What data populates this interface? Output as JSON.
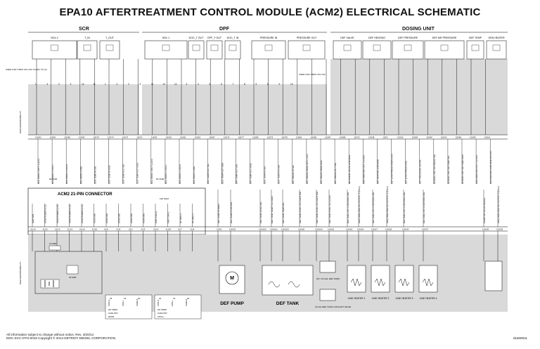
{
  "title": "EPA10 AFTERTREATMENT CONTROL MODULE (ACM2) ELECTRICAL SCHEMATIC",
  "sections": {
    "scr": "SCR",
    "dpf": "DPF",
    "dosing": "DOSING UNIT"
  },
  "sensors": [
    {
      "label": "NOx 2"
    },
    {
      "label": "T_IN"
    },
    {
      "label": "T_OUT"
    },
    {
      "label": "NOx 1"
    },
    {
      "label": "DOC_T OUT"
    },
    {
      "label": "DPF_T OUT"
    },
    {
      "label": "DOC_T IN"
    },
    {
      "label": "PRESSURE IN"
    },
    {
      "label": "PRESSURE OUT"
    },
    {
      "label": "DEF VALVE"
    },
    {
      "label": "DEF HEATING"
    },
    {
      "label": "DEF PRESSURE"
    },
    {
      "label": "DEF AIR PRESSURE"
    },
    {
      "label": "DEF TEMP"
    },
    {
      "label": "GEN HEATER"
    }
  ],
  "pin_numbers_top": [
    "1",
    "4",
    "2",
    "3",
    "14",
    "11",
    "1",
    "4",
    "2",
    "3",
    "11",
    "12",
    "14",
    "3",
    "4",
    "5",
    "6",
    "7",
    "8",
    "9",
    "8",
    "9",
    "10"
  ],
  "used_for_left": "USED FOR\nT-BOX\n24V\n24V\n14-WAY TO (2)",
  "used_for_mid": "USED FOR\nT-BOX\n24V\n24V",
  "oem_responsibility": "OEM RESPONSIBILITY",
  "circuits_top": [
    "120/62",
    "120/60",
    "120/48",
    "120/43",
    "120/76",
    "120/74",
    "120/73",
    "120/71",
    "120/53",
    "120/52",
    "120/51",
    "120/52",
    "120/57",
    "120/76",
    "120/77",
    "120/80",
    "120/79",
    "120/78",
    "120/81",
    "120/86",
    "120/87",
    "120/88",
    "120/72",
    "120/38",
    "120/3",
    "120/32",
    "120/84",
    "120/90",
    "120/14",
    "120/86",
    "120/95",
    "120/16"
  ],
  "signals_top": [
    "NOx SNSR 2 SPLY (+12V)",
    "NOx SNSR 2 CAN-L",
    "NOx SNSR 2 CAN-H",
    "NOx SNSR 2 GND",
    "SCR TEMP IN SIG",
    "SCR TEMP IN GND",
    "SCR TEMP OUT SIG",
    "SCR TEMP OUT GND",
    "NOx SNSR 1 SPLY (+12V)",
    "NOx SNSR 1 CAN-L",
    "NOx SNSR 1 CAN-H",
    "NOx SNSR 1 GND",
    "DOC TEMP OUT SIG",
    "DOC TEMP OUT GND",
    "DPF TEMP OUT SIG",
    "DPF TEMP OUT GND",
    "DOC TEMP IN SIG",
    "DOC TEMP IN GND",
    "DPF PRESS IN SIG",
    "DPF PRESS SNSR SPLY (+5V)",
    "DPF PRESS SNSR GND",
    "DPF PRESS OUT SIG",
    "METERING VALVE LOW-SIDE",
    "HIGH SIDE DIG OUT 1 (+12V)",
    "DEF HEATING LOW SIDE",
    "DEF & AIR PRESS SNSR (+5V)",
    "DEF & AIR PRESS GND",
    "DEF PRESSURE SIGNAL",
    "DOSING UNIT AIR PRESS SIG",
    "DOSING UNIT AIR TEMP SIG",
    "DOSING UNIT AIR TEMP GND",
    "HIGH SIDE DIG OUT 1 (+12V)",
    "GEN HEATER LOW SIDE OUTPUT"
  ],
  "resistor_left": "60 OHM",
  "resistor_right": "60 OHM",
  "connector_title": "ACM2  21-PIN CONNECTOR",
  "connector_signals": [
    "IGNITION",
    "ACM POWER (+12)",
    "ACM POWER (+12)",
    "ACM POWER (+12)",
    "ACM POWER (+12)",
    "ACM GND",
    "ACM GND",
    "ACM GND",
    "ACM GND",
    "ACM GND",
    "PWT CAN-H",
    "PWT CAN-L",
    "HF GND 2",
    "HF GND 1"
  ],
  "connector_resistor": "120 OHM",
  "connector_pins": [
    "21/10",
    "21/11",
    "21/12",
    "21/13",
    "21/16",
    "21/15",
    "21/6",
    "21/5",
    "21/1",
    "21/3",
    "21/21",
    "21/20",
    "21/7",
    "21/9"
  ],
  "lower_signals": [
    "DEF PUMP POWER",
    "DEF PUMP CONTROL",
    "DEF TANK LEVEL SIG",
    "DEF TANK TEMP / LVL GND",
    "DEF TANK TEMP SIG",
    "DEF TANK COOL VLV CONT SIG",
    "DEF TANK COOL VLV CONT SIG",
    "DEF TANK COOL VLV (+12V)",
    "DEF LINE HTR 1 CONTROL SIG",
    "HIGH SIDE DIGITAL OUTPUT 1 (+12V)",
    "DEF LINE HTR 2 CONTROL SIG",
    "HIGH SIDE DIGITAL OUTPUT 2 (+12V)",
    "DEF LINE HTR 3 CONTROL SIG",
    "DEF LINE HTR 4 CONTROL SIG",
    "COMP AIR VALVE SIGNAL",
    "HIGH SIDE DIGITAL OUTPUT 2 (+12V)"
  ],
  "lower_circuits": [
    "120/1",
    "120/22",
    "120/102",
    "120/101",
    "120/103",
    "120/20",
    "120/104",
    "120/15",
    "120/19",
    "120/24",
    "120/17",
    "120/18",
    "120/34",
    "120/27",
    "120/26",
    "120/25"
  ],
  "fuse_label": "15 AMP",
  "relay_label": "30 AMP",
  "components": {
    "def_pump": "DEF PUMP",
    "def_tank": "DEF TANK",
    "tank_note": "(10 / 23 GAL\nDEF TANK)",
    "coolant_note": "(5 GAL DEF TANK)\nCOOLANT VALVE",
    "heaters": [
      "LINE HEATER 1",
      "LINE HEATER 2",
      "LINE HEATER 3",
      "LINE HEATER 4"
    ]
  },
  "mini_tables": [
    {
      "headers": [
        "CAN-H",
        "CAN-L",
        "SHIELD"
      ],
      "pins": [
        "18",
        "19",
        "20"
      ],
      "labels": [
        "NO TERM",
        "CAN1 PNT",
        "MCM2"
      ]
    },
    {
      "headers": [
        "CAN-H",
        "CAN-L",
        "SHIELD"
      ],
      "pins": [
        "21",
        "19",
        "20"
      ],
      "labels": [
        "NO TERM",
        "CAN2 PNT",
        "CPC2+"
      ]
    }
  ],
  "footer": "All information subject to change without notice. Rev. 3/20/14\nDDC-SVC-OTH-0016 Copyright © 2014 DETROIT DIESEL CORPORATION.",
  "doc_id": "d1508011"
}
